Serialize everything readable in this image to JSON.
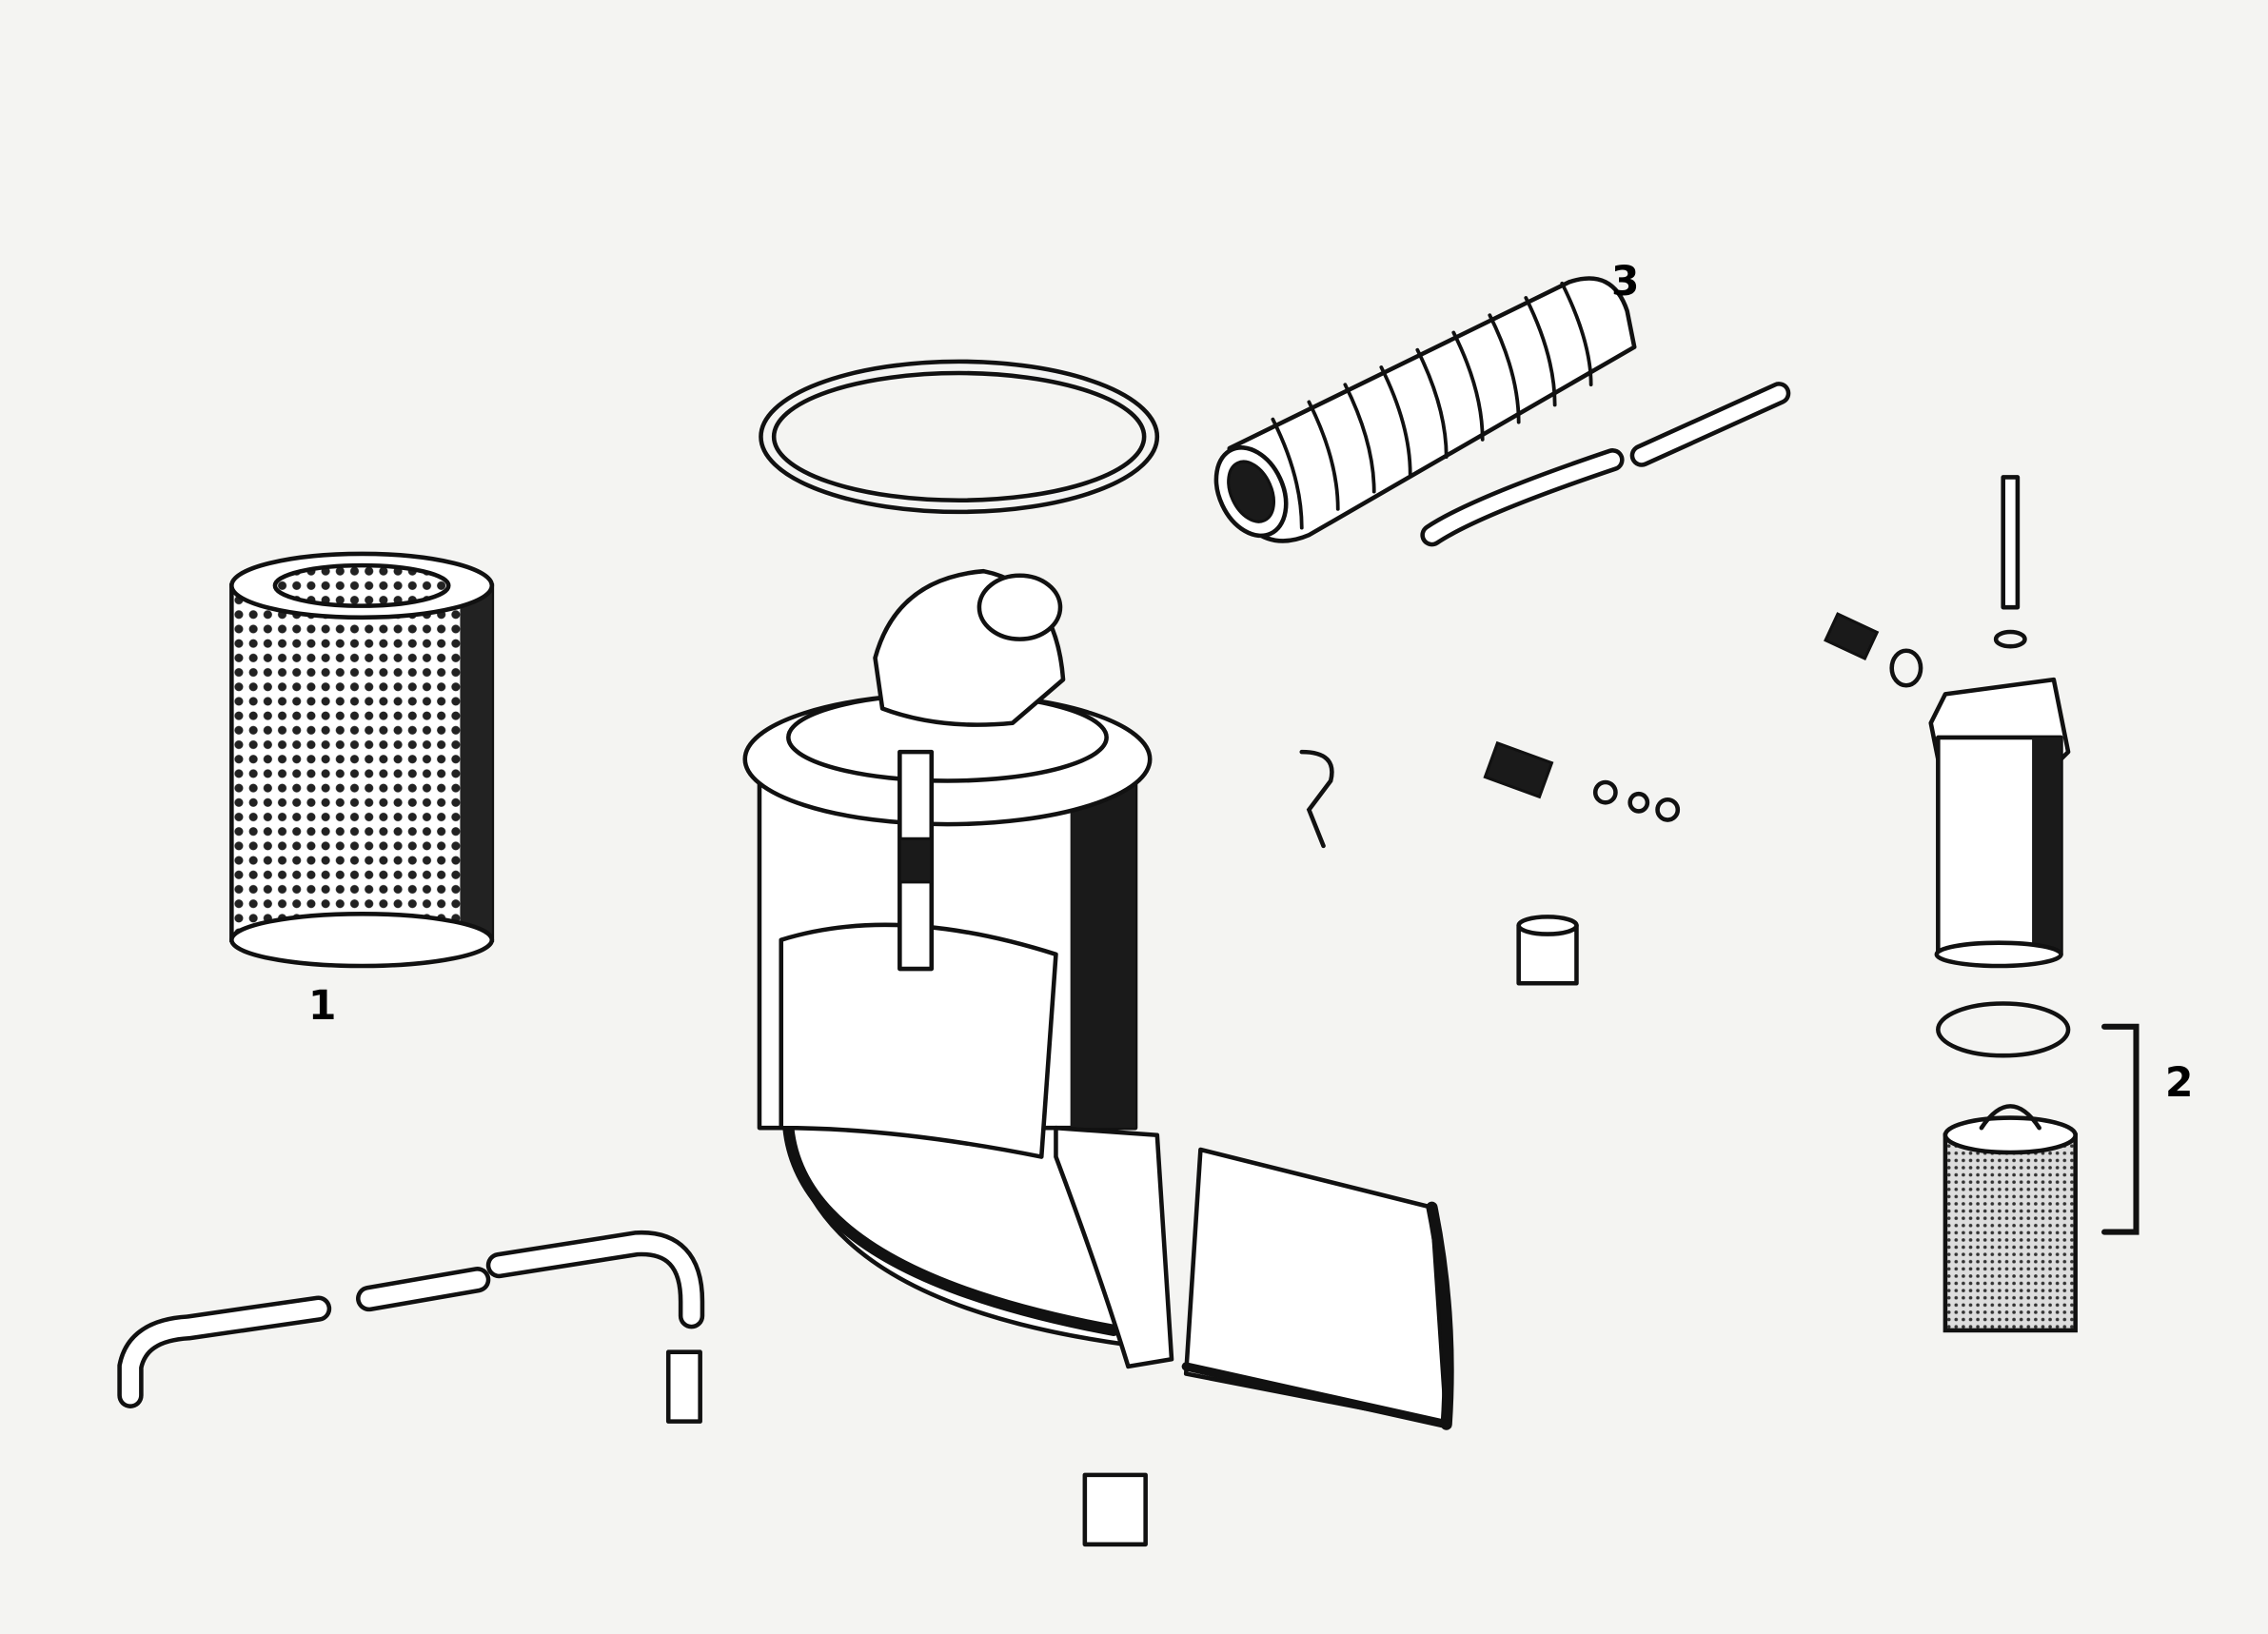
{
  "diagram": {
    "type": "exploded parts drawing",
    "callouts": [
      {
        "id": "1",
        "label": "1"
      },
      {
        "id": "2",
        "label": "2"
      },
      {
        "id": "3",
        "label": "3"
      }
    ],
    "colors": {
      "ink": "#111111",
      "paper": "#f4f4f2"
    }
  }
}
